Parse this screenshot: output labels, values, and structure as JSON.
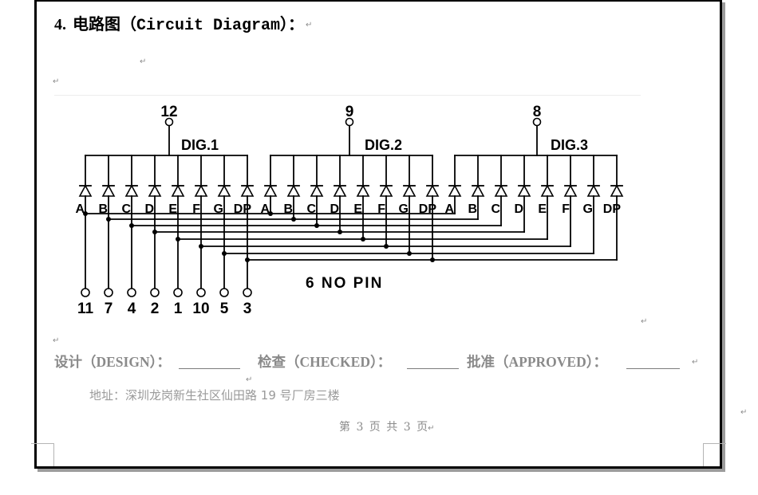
{
  "heading": {
    "number": "4.",
    "title": "电路图",
    "open_paren": "（",
    "title_en": "Circuit Diagram",
    "close": "）："
  },
  "para_mark": "↵",
  "diagram": {
    "digits": [
      {
        "label": "DIG.1",
        "common_pin": "12",
        "segments": [
          "A",
          "B",
          "C",
          "D",
          "E",
          "F",
          "G",
          "DP"
        ]
      },
      {
        "label": "DIG.2",
        "common_pin": "9",
        "segments": [
          "A",
          "B",
          "C",
          "D",
          "E",
          "F",
          "G",
          "DP"
        ]
      },
      {
        "label": "DIG.3",
        "common_pin": "8",
        "segments": [
          "A",
          "B",
          "C",
          "D",
          "E",
          "F",
          "G",
          "DP"
        ]
      }
    ],
    "bottom_pins": [
      "11",
      "7",
      "4",
      "2",
      "1",
      "10",
      "5",
      "3"
    ],
    "note": "6 NO PIN"
  },
  "signoff": {
    "design": "设计（DESIGN）：",
    "checked": "检查（CHECKED）：",
    "approved": "批准（APPROVED）："
  },
  "address": "地址：深圳龙岗新生社区仙田路 19 号厂房三楼",
  "footer": {
    "page_number": "第 3 页 共 3 页"
  }
}
